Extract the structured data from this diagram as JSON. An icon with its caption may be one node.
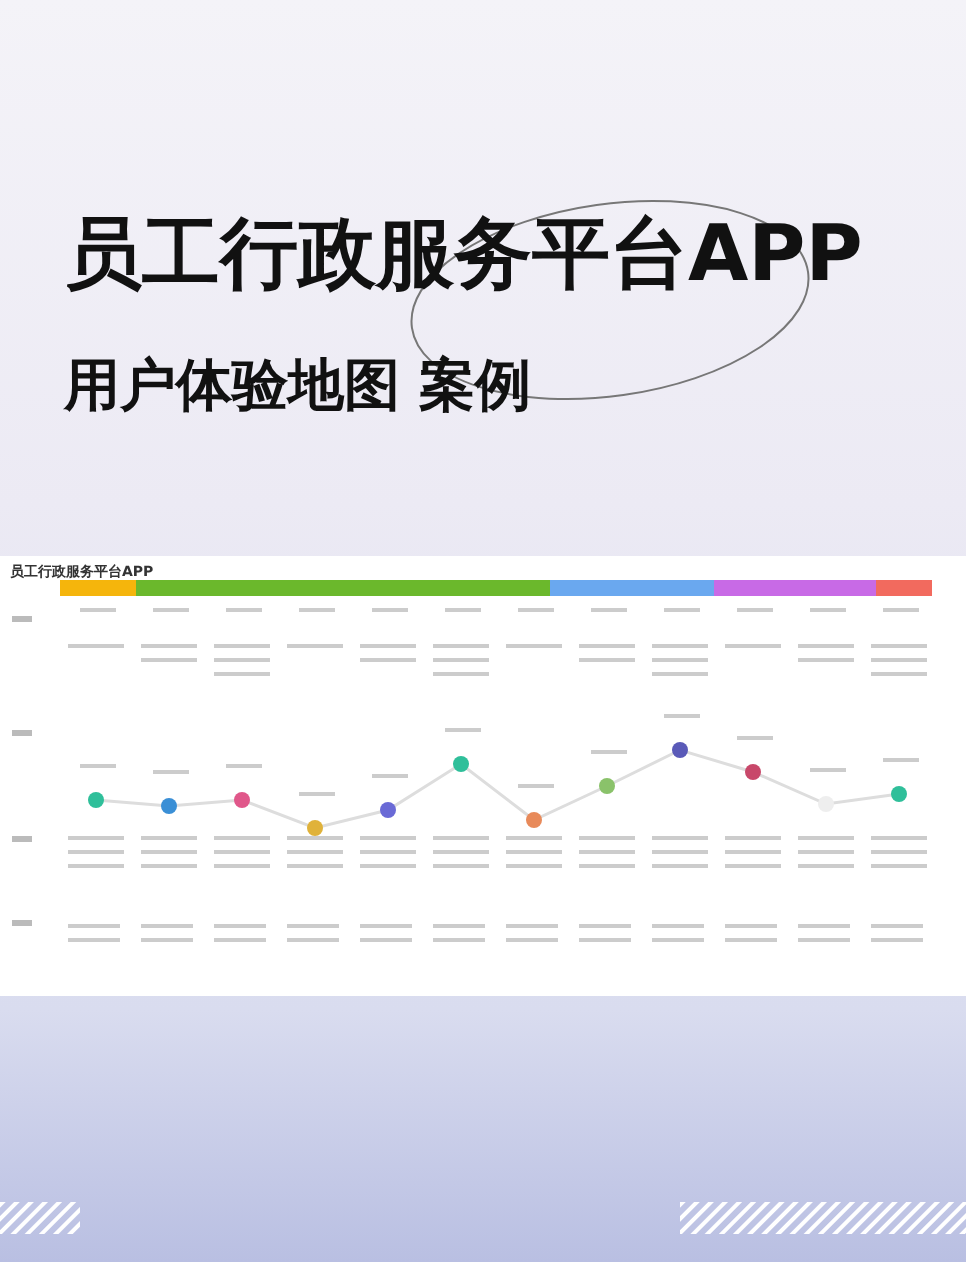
{
  "diagram": {
    "title": "员工行政服务平台APP",
    "labels": [
      "用户体验地图 案例",
      "员工行政服务平台APP"
    ]
  }
}
